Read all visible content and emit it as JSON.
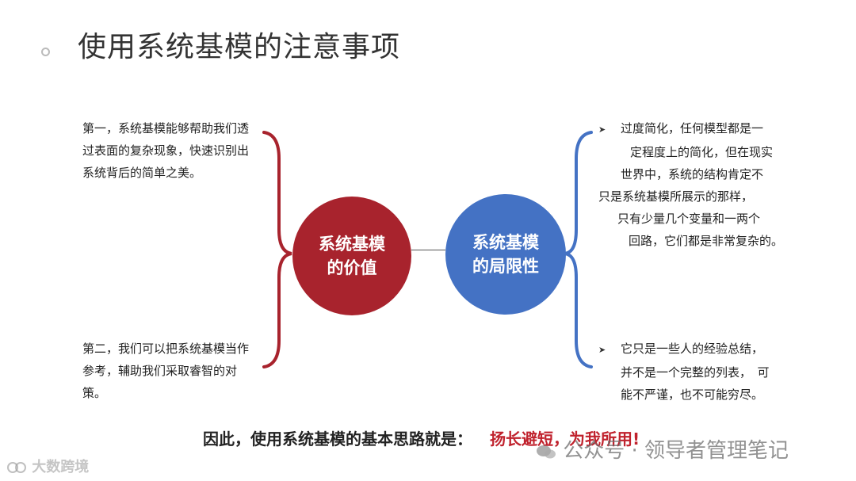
{
  "title": "使用系统基模的注意事项",
  "value": {
    "label_line1": "系统基模",
    "label_line2": "的价值",
    "point1": "第一，系统基模能够帮助我们透过表面的复杂现象，快速识别出系统背后的简单之美。",
    "point2": "第二，我们可以把系统基模当作参考，辅助我们采取睿智的对策。"
  },
  "limitation": {
    "label_line1": "系统基模",
    "label_line2": "的局限性",
    "point1_lines": [
      "过度简化，任何模型都是一",
      "定程度上的简化，但在现实",
      "世界中，系统的结构肯定不",
      "只是系统基模所展示的那样，",
      "只有少量几个变量和一两个",
      "回路，它们都是非常复杂的。"
    ],
    "point2_lines": [
      "它只是一些人的经验总结，",
      "并不是一个完整的列表，　可",
      "能不严谨，也不可能穷尽。"
    ]
  },
  "conclusion": {
    "text": "因此，使用系统基模的基本思路就是：",
    "highlight": "扬长避短，为我所用!"
  },
  "watermarks": {
    "left": "大数跨境",
    "right": "公众号 · 领导者管理笔记"
  },
  "colors": {
    "value_red": "#a8232d",
    "limitation_blue": "#4472c4",
    "highlight_red": "#c0222d"
  }
}
